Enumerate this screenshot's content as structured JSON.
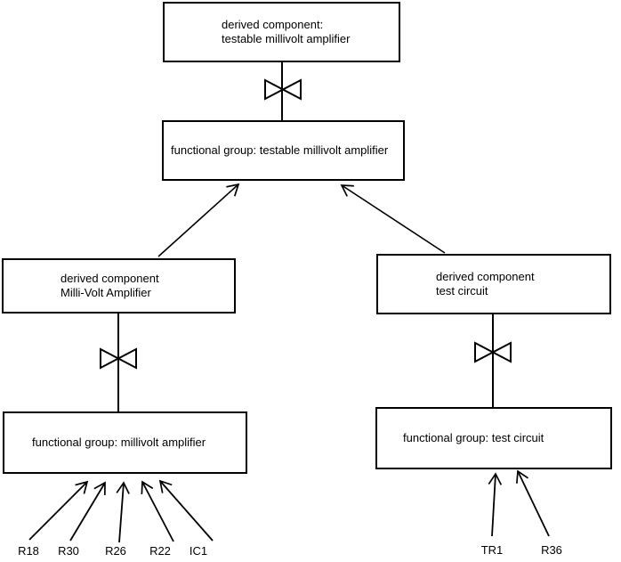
{
  "diagram": {
    "colors": {
      "line": "#000000",
      "background": "#ffffff",
      "box_fill": "#ffffff",
      "text": "#000000"
    },
    "boxes": {
      "top_derived": {
        "line1": "derived component:",
        "line2": "testable millivolt amplifier"
      },
      "fg_testable": {
        "label": "functional group: testable millivolt amplifier"
      },
      "derived_mva": {
        "line1": "derived component",
        "line2": "Milli-Volt Amplifier"
      },
      "derived_tc": {
        "line1": "derived component",
        "line2": "test circuit"
      },
      "fg_mva": {
        "label": "functional group: millivolt amplifier"
      },
      "fg_tc": {
        "label": "functional group: test circuit"
      }
    },
    "leaf_labels": {
      "left": [
        "R18",
        "R30",
        "R26",
        "R22",
        "IC1"
      ],
      "right": [
        "TR1",
        "R36"
      ]
    }
  }
}
